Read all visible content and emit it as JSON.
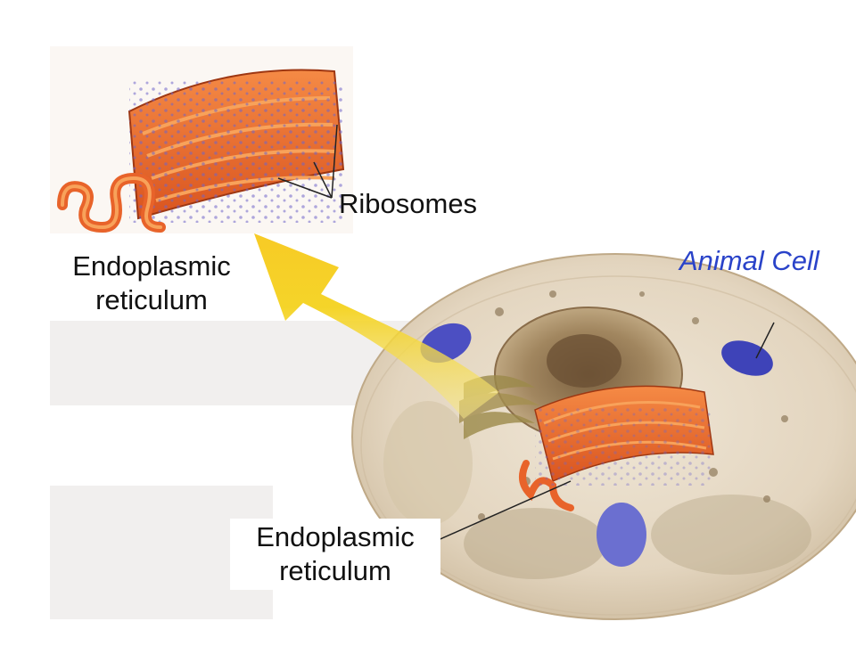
{
  "labels": {
    "ribosomes": "Ribosomes",
    "er_top_line1": "Endoplasmic",
    "er_top_line2": "reticulum",
    "er_bottom_line1": "Endoplasmic",
    "er_bottom_line2": "reticulum",
    "animal_cell": "Animal Cell"
  },
  "colors": {
    "er_fill": "#e8632a",
    "er_highlight": "#f8a25a",
    "ribosome_dot": "#6f64c9",
    "arrow": "#f4d21e",
    "cell_fill": "#e8dcc9",
    "nucleus": "#9a7b5a",
    "mitochondria": "#4c4fc2",
    "animal_cell_label": "#2a43c9"
  }
}
